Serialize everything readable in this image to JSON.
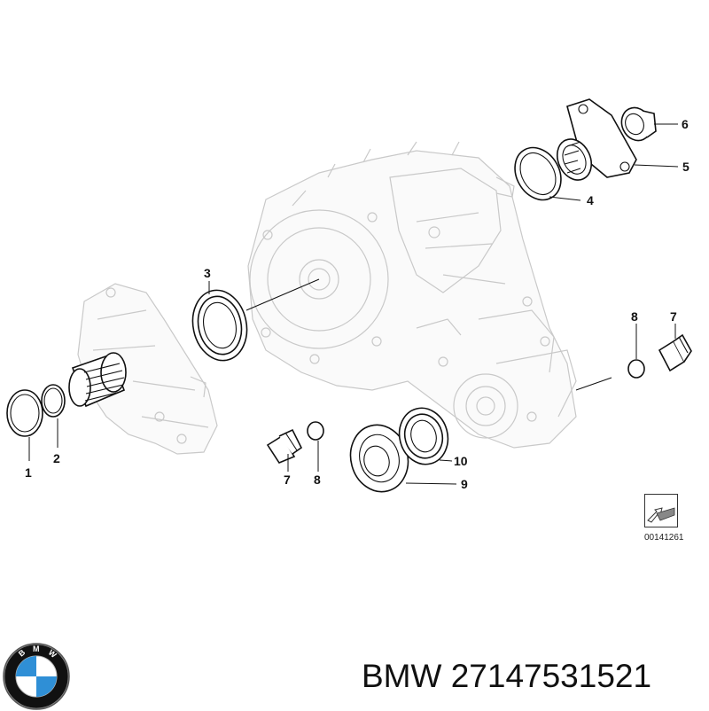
{
  "callouts": {
    "c1": "1",
    "c2": "2",
    "c3": "3",
    "c4": "4",
    "c5": "5",
    "c6": "6",
    "c7a": "7",
    "c8a": "8",
    "c7b": "7",
    "c8b": "8",
    "c9": "9",
    "c10": "10"
  },
  "catalog_number": "00141261",
  "caption": {
    "brand": "BMW",
    "part_number": "27147531521"
  },
  "logo": {
    "letters": "BMW",
    "colors": {
      "blue": "#2f8fd6",
      "white": "#ffffff",
      "ring": "#111111"
    }
  },
  "icons": [
    "bmw-logo-icon",
    "direction-arrow-icon"
  ]
}
